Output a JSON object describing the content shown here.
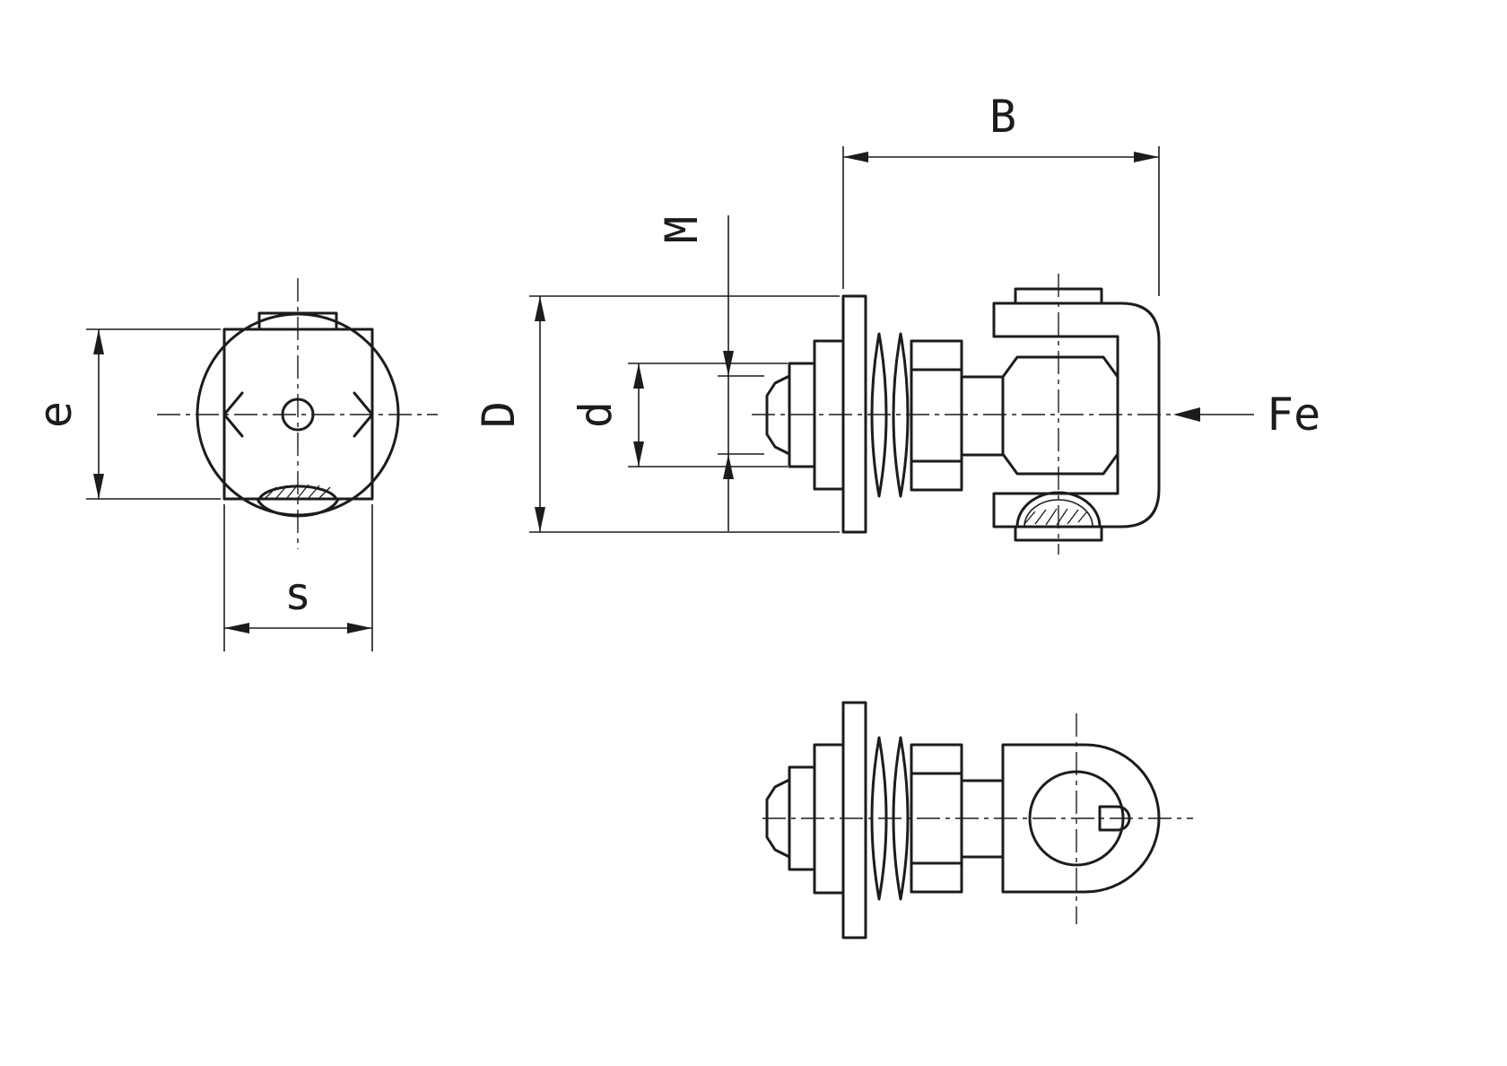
{
  "drawing": {
    "background_color": "#ffffff",
    "line_color": "#1c1c1c",
    "labels": {
      "B": "B",
      "M": "M",
      "D": "D",
      "d": "d",
      "e": "e",
      "s": "s",
      "Fe": "Fe"
    }
  }
}
